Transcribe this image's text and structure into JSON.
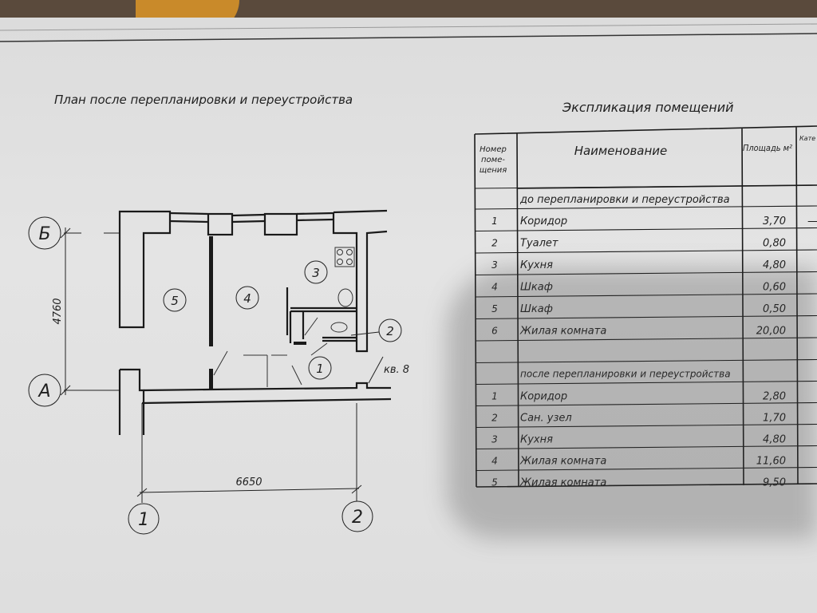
{
  "plan": {
    "title": "План после перепланировки и переустройства",
    "axis_b": "Б",
    "axis_a": "А",
    "axis_1": "1",
    "axis_2": "2",
    "dim_vertical": "4760",
    "dim_horizontal": "6650",
    "apartment_label": "кв. 8",
    "rooms": [
      "1",
      "2",
      "3",
      "4",
      "5"
    ]
  },
  "explication": {
    "title": "Экспликация помещений",
    "headers": {
      "number": "Номер поме- щения",
      "name": "Наименование",
      "area": "Площадь м²",
      "category": "Кате гори поме щени"
    },
    "before_label": "до перепланировки и переустройства",
    "before_rows": [
      {
        "num": "1",
        "name": "Коридор",
        "area": "3,70",
        "cat": "—"
      },
      {
        "num": "2",
        "name": "Туалет",
        "area": "0,80",
        "cat": ""
      },
      {
        "num": "3",
        "name": "Кухня",
        "area": "4,80",
        "cat": ""
      },
      {
        "num": "4",
        "name": "Шкаф",
        "area": "0,60",
        "cat": ""
      },
      {
        "num": "5",
        "name": "Шкаф",
        "area": "0,50",
        "cat": ""
      },
      {
        "num": "6",
        "name": "Жилая комната",
        "area": "20,00",
        "cat": ""
      }
    ],
    "after_label": "после перепланировки и переустройства",
    "after_rows": [
      {
        "num": "1",
        "name": "Коридор",
        "area": "2,80"
      },
      {
        "num": "2",
        "name": "Сан. узел",
        "area": "1,70"
      },
      {
        "num": "3",
        "name": "Кухня",
        "area": "4,80"
      },
      {
        "num": "4",
        "name": "Жилая комната",
        "area": "11,60"
      },
      {
        "num": "5",
        "name": "Жилая комната",
        "area": "9,50"
      }
    ]
  }
}
